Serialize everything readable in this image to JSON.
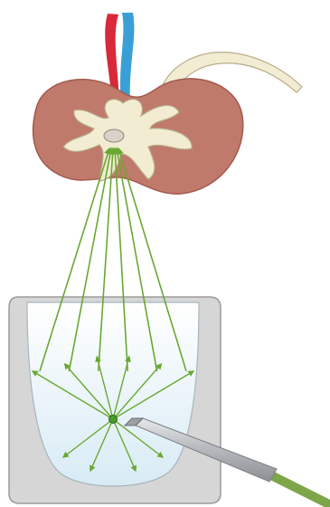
{
  "figure": {
    "kind": "illustration",
    "labels": []
  },
  "colors": {
    "background": "#ffffff",
    "kidney_tissue": "#c07a6b",
    "kidney_tissue_dark": "#a25a4e",
    "collecting_system": "#f2ecd2",
    "collecting_outline": "#b8ad8a",
    "artery": "#d8283a",
    "vein": "#3a9fd6",
    "reflector_body": "#d6d6d6",
    "reflector_outline": "#9a9a9a",
    "reflector_cavity": "#e7f2f8",
    "shock_wave": "#6aa832",
    "focal_point": "#4a9a2a",
    "probe_metal": "#b4b7bb",
    "probe_cable": "#7da64a",
    "stone": "#d7d3c8"
  },
  "shock_wave": {
    "ray_count": 6,
    "reflected_ray_count": 6
  }
}
